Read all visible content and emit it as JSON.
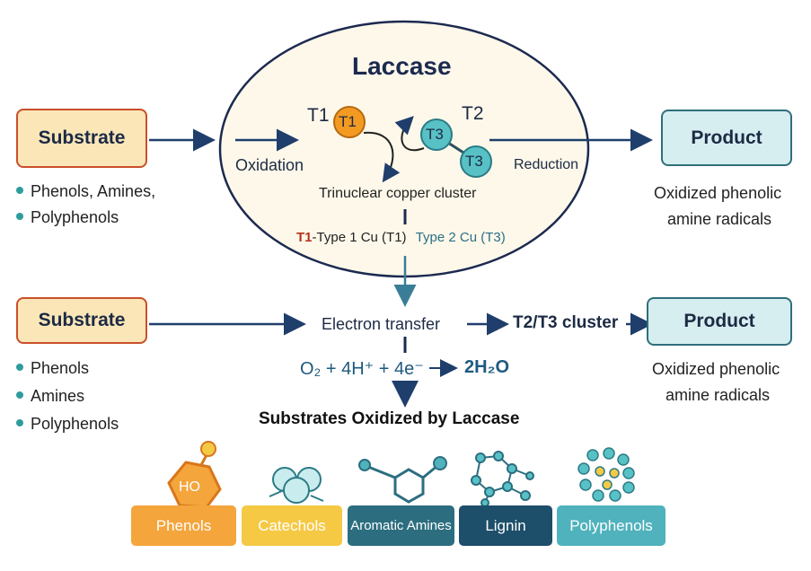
{
  "laccase_title": "Laccase",
  "top_row": {
    "substrate_label": "Substrate",
    "substrate_items": [
      "Phenols, Amines,",
      "Polyphenols"
    ],
    "oxidation_label": "Oxidation",
    "reduction_label": "Reduction",
    "product_label": "Product",
    "product_lines": [
      "Oxidized phenolic",
      "amine radicals"
    ]
  },
  "copper": {
    "t1_label": "T1",
    "t2_label": "T2",
    "t1_node": "T1",
    "t3_node_a": "T3",
    "t3_node_b": "T3",
    "cluster_label": "Trinuclear copper cluster",
    "legend_t1_bold": "T1",
    "legend_t1_rest": "-Type 1 Cu (T1)",
    "legend_t2": "Type 2 Cu (T3)"
  },
  "bottom_row": {
    "substrate_label": "Substrate",
    "substrate_items": [
      "Phenols",
      "Amines",
      "Polyphenols"
    ],
    "electron_transfer": "Electron transfer",
    "cluster_target": "T2/T3 cluster",
    "product_label": "Product",
    "product_lines": [
      "Oxidized phenolic",
      "amine radicals"
    ],
    "equation_left": "O₂ + 4H⁺ + 4e⁻",
    "equation_right": "2H₂O"
  },
  "substrates_title": "Substrates Oxidized by Laccase",
  "categories": [
    {
      "label": "Phenols",
      "color": "#f4a53c",
      "icon_text": "HO"
    },
    {
      "label": "Catechols",
      "color": "#f6c945"
    },
    {
      "label": "Aromatic Amines",
      "color": "#2c6e80"
    },
    {
      "label": "Lignin",
      "color": "#1d4e6a"
    },
    {
      "label": "Polyphenols",
      "color": "#4fb2bd"
    }
  ],
  "colors": {
    "arrow": "#1f3e6b",
    "teal_arrow": "#3a7d96",
    "t1_orange": "#f29a22",
    "t3_teal": "#58c1c6"
  }
}
